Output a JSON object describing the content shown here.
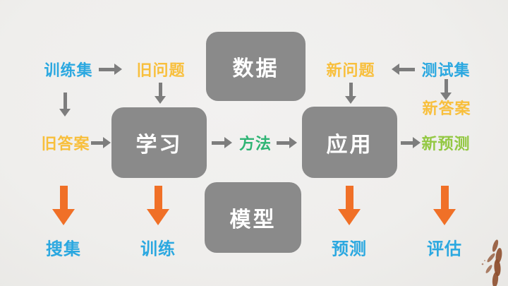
{
  "diagram": {
    "boxes": {
      "data": "数据",
      "learn": "学习",
      "apply": "应用",
      "model": "模型"
    },
    "labels": {
      "train_set": "训练集",
      "old_questions": "旧问题",
      "new_questions": "新问题",
      "test_set": "测试集",
      "old_answers": "旧答案",
      "new_answers": "新答案",
      "method": "方法",
      "new_predictions": "新预测",
      "collect": "搜集",
      "train": "训练",
      "predict": "预测",
      "evaluate": "评估"
    }
  },
  "colors": {
    "blue": "#2ba8e0",
    "yellow": "#f8bf3c",
    "green": "#2eb474",
    "lime": "#93c842",
    "orange": "#f07027",
    "box_gray": "#8a8a8a",
    "arrow_gray": "#7d7d7d",
    "background": "#efeeec",
    "box_text": "#ffffff",
    "brand_rust": "#8e4f2e"
  }
}
